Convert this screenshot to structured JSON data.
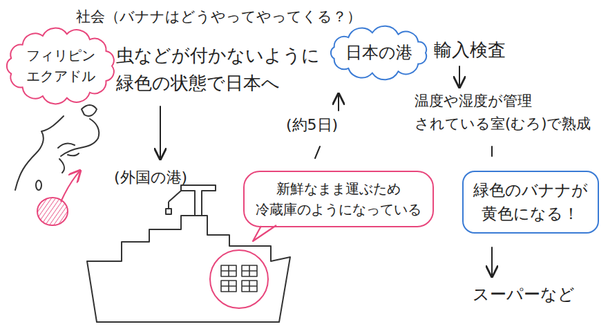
{
  "diagram": {
    "title": "社会（バナナはどうやってやってくる？）",
    "nodes": [
      {
        "text": [
          "フィリピン エクアドル"
        ]
      },
      {
        "text": [
          "日本の港"
        ]
      },
      {
        "text": [
          "新鮮なまま運ぶため 冷蔵庫のようになっている"
        ]
      },
      {
        "text": [
          "緑色のバナナが 黄色になる！"
        ]
      }
    ],
    "labels": [
      "虫などが付かないように 緑色の状態で日本へ",
      "(外国の港)",
      "(約5日)",
      "輸入検査",
      "温度や湿度が管理 されている室(むろ)で熟成",
      "スーパーなど"
    ]
  }
}
